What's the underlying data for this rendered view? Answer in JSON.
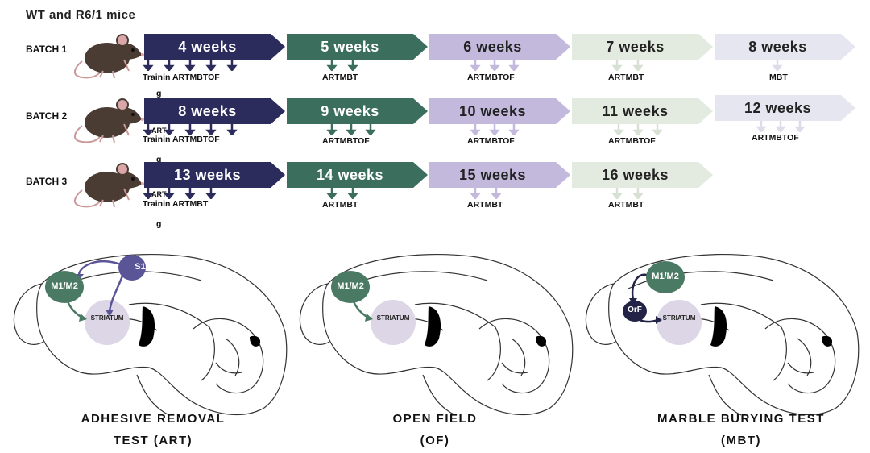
{
  "title": "WT and R6/1 mice",
  "colors": {
    "stage1": "#2c2c5c",
    "stage2": "#3b6e5c",
    "stage3": "#c2b9dc",
    "stage4": "#e3ebe1",
    "stage5": "#e6e6f0",
    "text_dark": "#222222",
    "node_green": "#4a7a63",
    "node_purple": "#5a5597",
    "node_navy": "#232347",
    "striatum": "#dcd6e6"
  },
  "batches": [
    {
      "label": "BATCH 1",
      "stages": [
        {
          "weeks": "4 weeks",
          "tests": "Trainin ARTMBTOF",
          "extra": "g"
        },
        {
          "weeks": "5 weeks",
          "tests": "ARTMBT"
        },
        {
          "weeks": "6 weeks",
          "tests": "ARTMBTOF"
        },
        {
          "weeks": "7 weeks",
          "tests": "ARTMBT"
        },
        {
          "weeks": "8 weeks",
          "tests": "MBT"
        }
      ]
    },
    {
      "label": "BATCH 2",
      "stages": [
        {
          "weeks": "8 weeks",
          "tests": "Trainin ARTMBTOF",
          "extra": "g",
          "over": "ART"
        },
        {
          "weeks": "9 weeks",
          "tests": "ARTMBTOF"
        },
        {
          "weeks": "10 weeks",
          "tests": "ARTMBTOF"
        },
        {
          "weeks": "11 weeks",
          "tests": "ARTMBTOF"
        },
        {
          "weeks": "12 weeks",
          "tests": "ARTMBTOF"
        }
      ]
    },
    {
      "label": "BATCH 3",
      "stages": [
        {
          "weeks": "13 weeks",
          "tests": "Trainin ARTMBT",
          "extra": "g",
          "over": "ART"
        },
        {
          "weeks": "14 weeks",
          "tests": "ARTMBT"
        },
        {
          "weeks": "15 weeks",
          "tests": "ARTMBT"
        },
        {
          "weeks": "16 weeks",
          "tests": "ARTMBT"
        }
      ]
    }
  ],
  "brains": [
    {
      "nodes": {
        "m1m2": "M1/M2",
        "s1": "S1",
        "striatum": "STRIATUM"
      },
      "title_line1": "ADHESIVE REMOVAL",
      "title_line2": "TEST (ART)"
    },
    {
      "nodes": {
        "m1m2": "M1/M2",
        "striatum": "STRIATUM"
      },
      "title_line1": "OPEN FIELD",
      "title_line2": "(OF)"
    },
    {
      "nodes": {
        "m1m2": "M1/M2",
        "orf": "OrF",
        "striatum": "STRIATUM"
      },
      "title_line1": "MARBLE BURYING TEST",
      "title_line2": "(MBT)"
    }
  ]
}
